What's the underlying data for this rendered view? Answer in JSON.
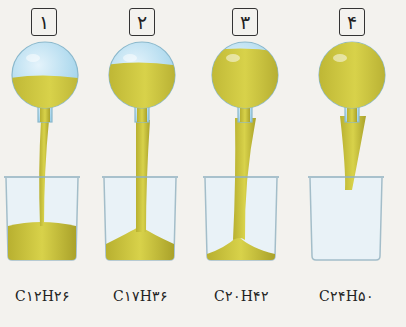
{
  "diagram": {
    "nodes": [
      {
        "text": [
          "۱"
        ]
      },
      {
        "text": [
          "۲"
        ]
      },
      {
        "text": [
          "۳"
        ]
      },
      {
        "text": [
          "۴"
        ]
      }
    ],
    "labels": [
      "C۱۲H۲۶",
      "C۱۷H۳۶",
      "C۲۰H۴۲",
      "C۲۴H۵۰"
    ]
  }
}
